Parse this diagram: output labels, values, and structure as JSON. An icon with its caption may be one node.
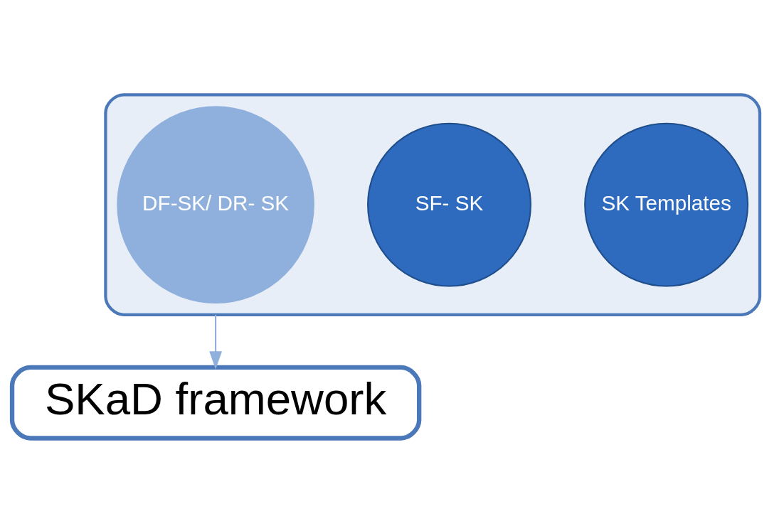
{
  "diagram": {
    "nodes": [
      {
        "text": [],
        "shape": "funnel"
      },
      {
        "text": [
          "SK Templates"
        ],
        "in": 0
      },
      {
        "text": [
          "SF- SK"
        ],
        "in": 0
      },
      {
        "text": [
          "DF-SK/ DR- SK"
        ],
        "in": 0
      },
      {
        "text": [
          "SKaD framework"
        ]
      }
    ],
    "edges": [
      {
        "from": 0,
        "to": 4,
        "arrow": "to"
      }
    ]
  }
}
